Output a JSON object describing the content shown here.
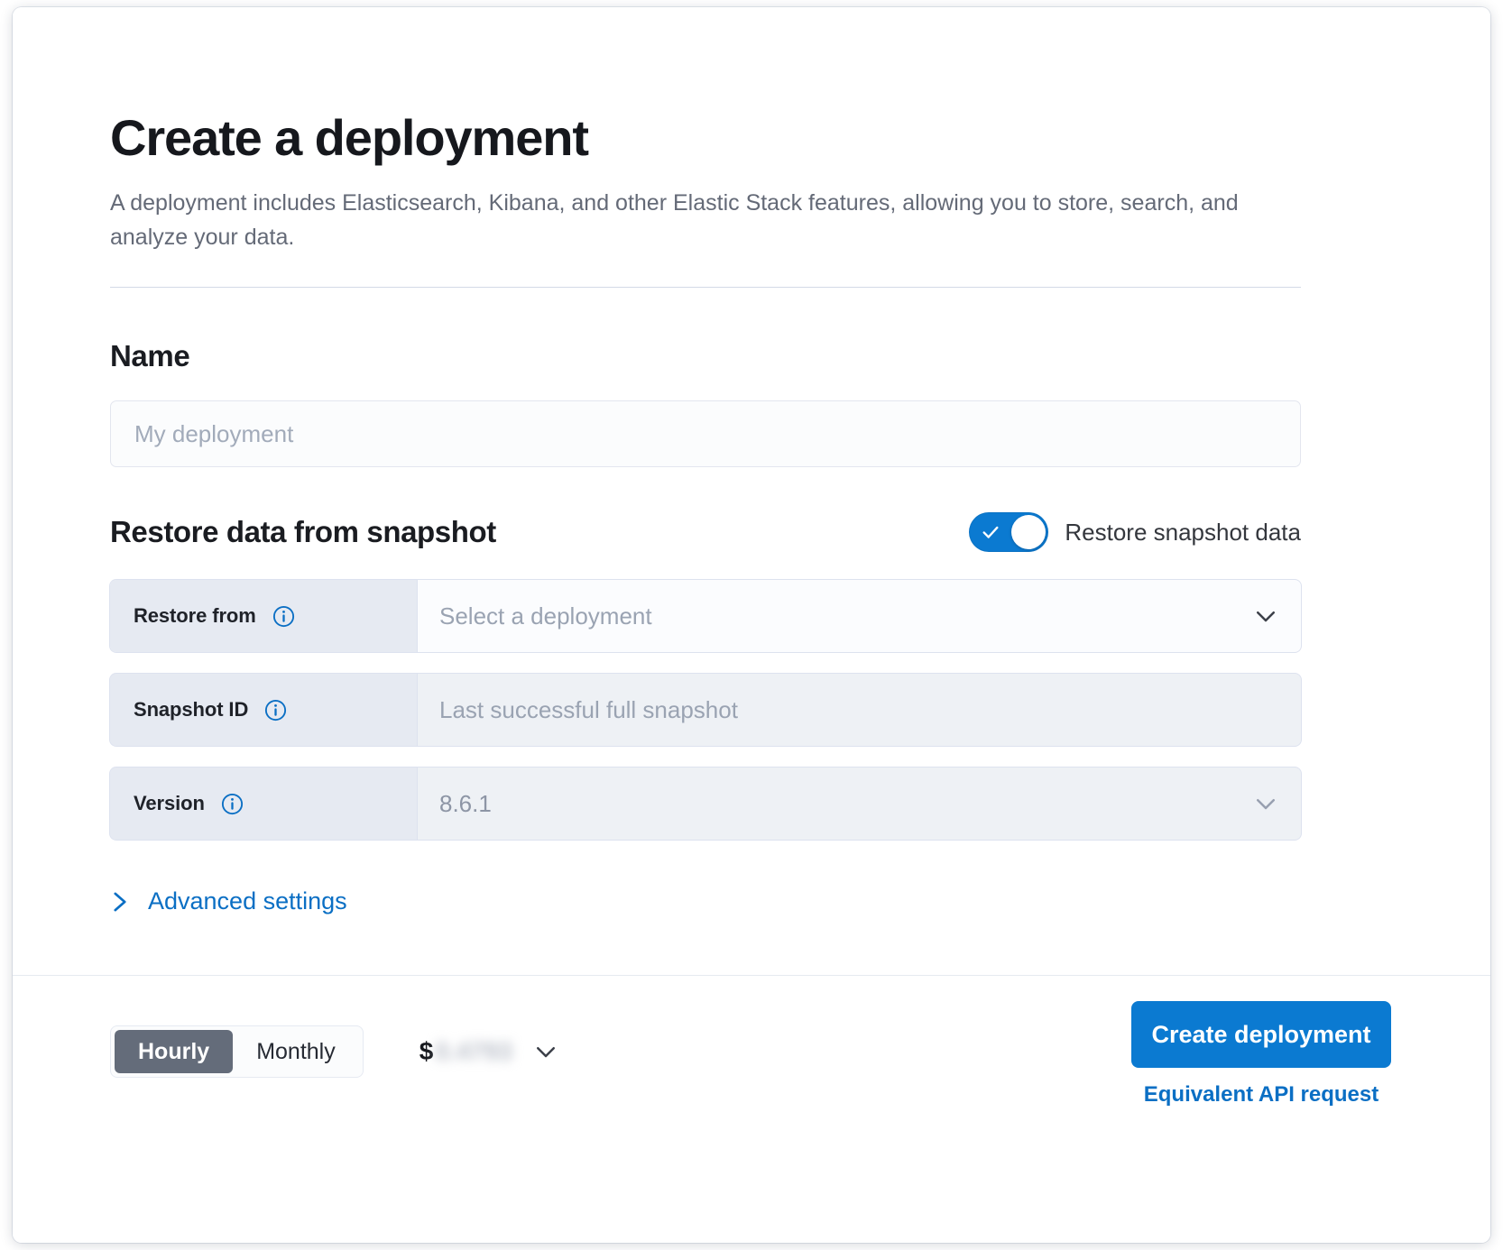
{
  "header": {
    "title": "Create a deployment",
    "subtitle": "A deployment includes Elasticsearch, Kibana, and other Elastic Stack features, allowing you to store, search, and analyze your data."
  },
  "name_section": {
    "heading": "Name",
    "input_placeholder": "My deployment",
    "input_value": ""
  },
  "restore_section": {
    "heading": "Restore data from snapshot",
    "toggle": {
      "label": "Restore snapshot data",
      "state": "on",
      "icon": "check-icon"
    },
    "rows": [
      {
        "label": "Restore from",
        "info_icon": "info-icon",
        "value": "Select a deployment",
        "is_placeholder": true,
        "control": "select",
        "control_icon": "chevron-down-icon",
        "disabled": false
      },
      {
        "label": "Snapshot ID",
        "info_icon": "info-icon",
        "value": "Last successful full snapshot",
        "is_placeholder": true,
        "control": "text",
        "control_icon": "",
        "disabled": true
      },
      {
        "label": "Version",
        "info_icon": "info-icon",
        "value": "8.6.1",
        "is_placeholder": false,
        "control": "select",
        "control_icon": "chevron-down-icon",
        "disabled": true
      }
    ],
    "advanced_settings": {
      "label": "Advanced settings",
      "icon": "chevron-right-icon",
      "expanded": false
    }
  },
  "footer": {
    "billing_toggle": {
      "options": [
        "Hourly",
        "Monthly"
      ],
      "selected": "Hourly"
    },
    "price": {
      "currency_symbol": "$",
      "amount": "0.4793",
      "redacted": true,
      "icon": "chevron-down-icon"
    },
    "create_button": "Create deployment",
    "api_link": "Equivalent API request"
  },
  "colors": {
    "brand_blue": "#0b7ad1",
    "link_blue": "#0b6fc4",
    "prepend_bg": "#e6eaf2",
    "disabled_bg": "#eef1f5",
    "segment_active_bg": "#646c7a",
    "border": "#dde2ef",
    "text_dark": "#16181d",
    "text_muted": "#646a77"
  }
}
